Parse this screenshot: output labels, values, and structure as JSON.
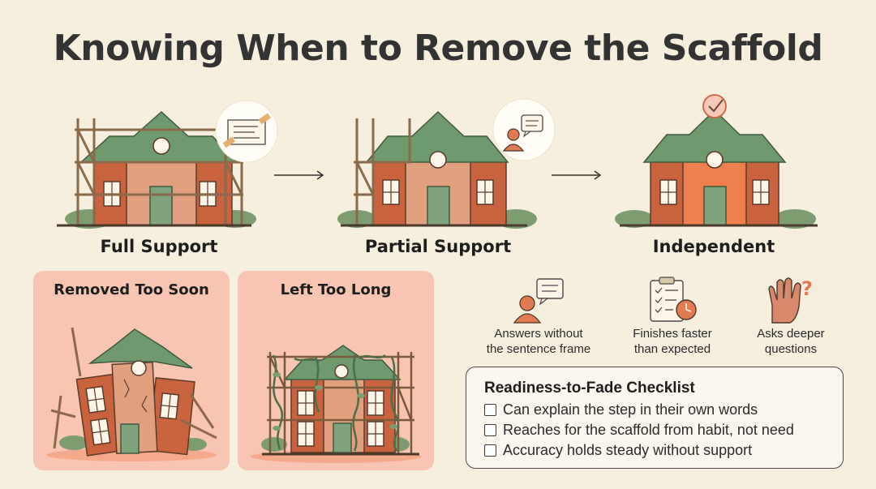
{
  "title": "Knowing When to Remove the Scaffold",
  "stages": [
    {
      "label": "Full Support"
    },
    {
      "label": "Partial Support"
    },
    {
      "label": "Independent"
    }
  ],
  "panels": [
    {
      "title": "Removed Too Soon"
    },
    {
      "title": "Left Too Long"
    }
  ],
  "signs": [
    {
      "line1": "Answers without",
      "line2": "the sentence frame",
      "icon": "person-speech-icon"
    },
    {
      "line1": "Finishes faster",
      "line2": "than expected",
      "icon": "clipboard-clock-icon"
    },
    {
      "line1": "Asks deeper",
      "line2": "questions",
      "icon": "raised-hand-question-icon"
    }
  ],
  "checklist": {
    "title": "Readiness-to-Fade Checklist",
    "items": [
      "Can explain the step in their own words",
      "Reaches for the scaffold from habit, not need",
      "Accuracy holds steady without support"
    ]
  },
  "colors": {
    "background": "#f6efdd",
    "house_brick": "#c9623f",
    "roof_green": "#6f9a6d",
    "scaffold": "#8a6a4a",
    "panel_pink": "#f7c5b2",
    "accent_orange": "#e37b52"
  }
}
